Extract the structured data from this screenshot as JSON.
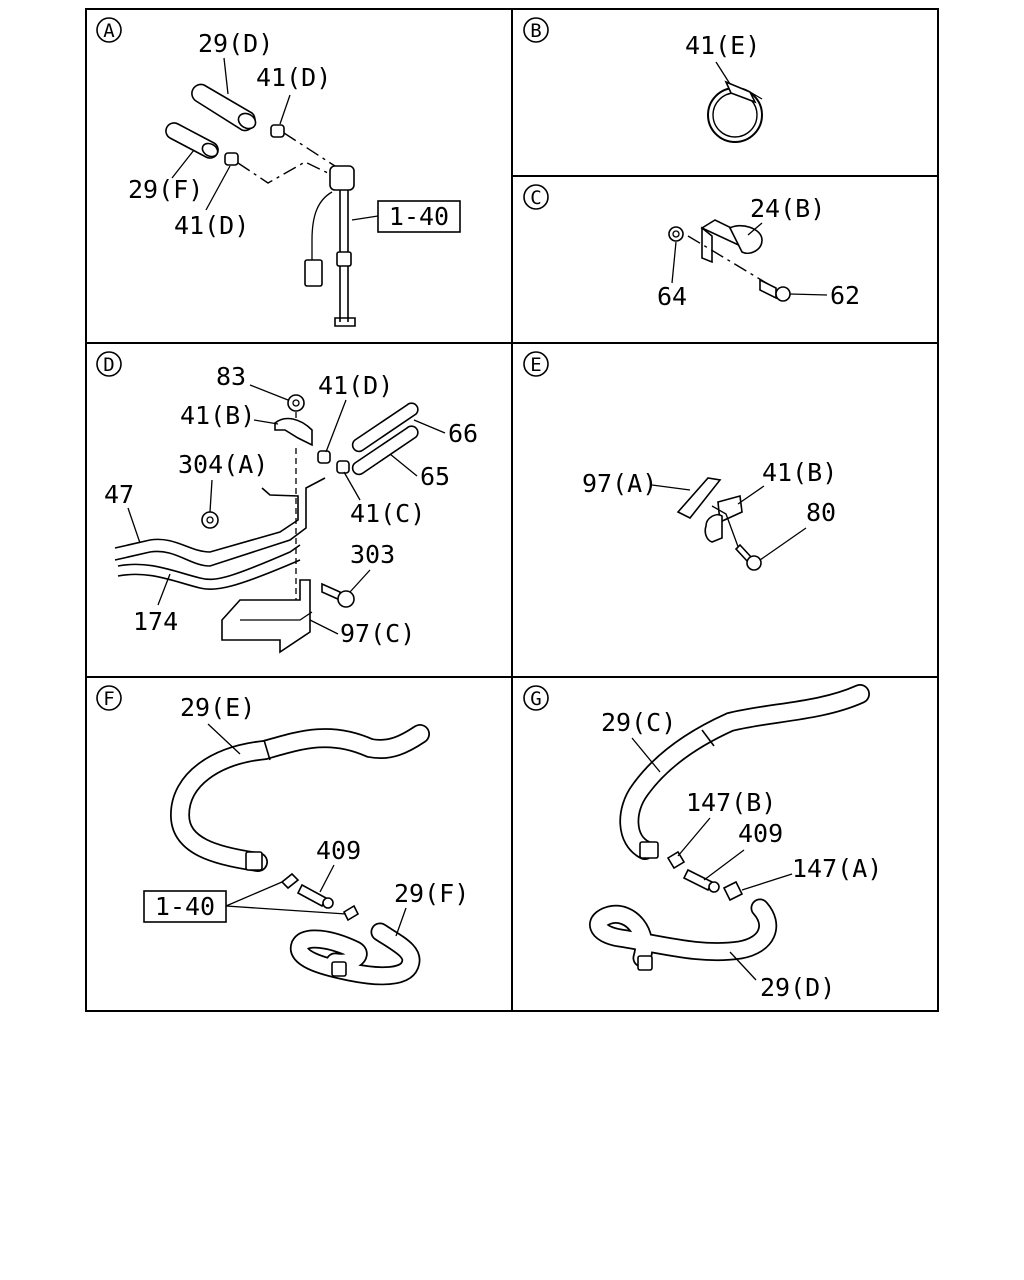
{
  "sections": {
    "A": {
      "badge": "A",
      "labels": [
        "29(D)",
        "41(D)",
        "29(F)",
        "41(D)"
      ],
      "boxed": "1-40"
    },
    "B": {
      "badge": "B",
      "labels": [
        "41(E)"
      ]
    },
    "C": {
      "badge": "C",
      "labels": [
        "24(B)",
        "64",
        "62"
      ]
    },
    "D": {
      "badge": "D",
      "labels": [
        "83",
        "41(D)",
        "41(B)",
        "66",
        "304(A)",
        "65",
        "47",
        "41(C)",
        "303",
        "174",
        "97(C)"
      ]
    },
    "E": {
      "badge": "E",
      "labels": [
        "97(A)",
        "41(B)",
        "80"
      ]
    },
    "F": {
      "badge": "F",
      "labels": [
        "29(E)",
        "409",
        "29(F)"
      ],
      "boxed": "1-40"
    },
    "G": {
      "badge": "G",
      "labels": [
        "29(C)",
        "147(B)",
        "409",
        "147(A)",
        "29(D)"
      ]
    }
  }
}
